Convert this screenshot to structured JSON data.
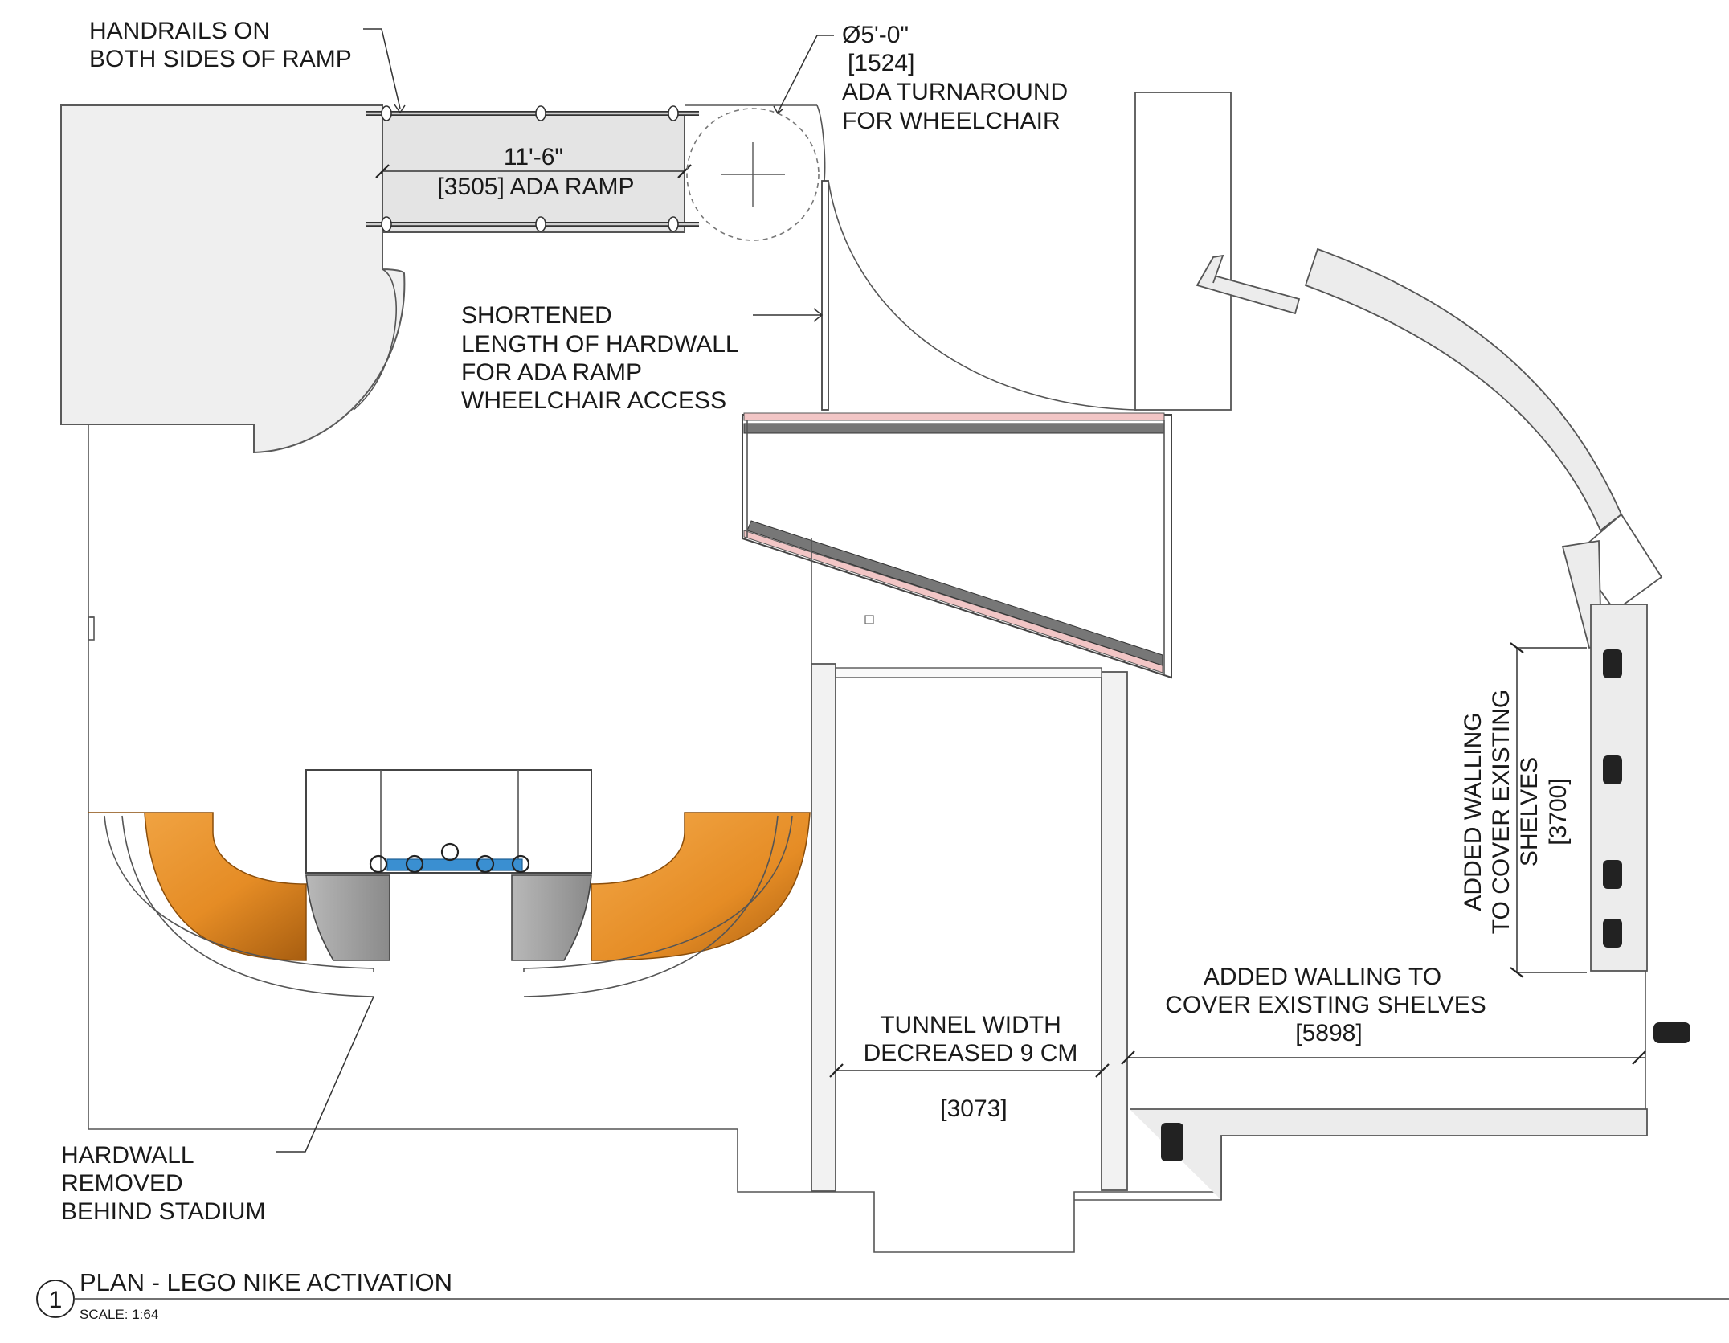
{
  "title": {
    "number": "1",
    "text": "PLAN - LEGO NIKE ACTIVATION",
    "scale": "SCALE: 1:64"
  },
  "notes": {
    "handrails": [
      "HANDRAILS ON",
      "BOTH SIDES OF RAMP"
    ],
    "ramp": [
      "11'-6\"",
      "[3505] ADA RAMP"
    ],
    "turnaround": [
      "Ø5'-0\"",
      "[1524]",
      "ADA TURNAROUND",
      "FOR WHEELCHAIR"
    ],
    "hardwall_shortened": [
      "SHORTENED",
      "LENGTH OF HARDWALL",
      "FOR ADA RAMP",
      "WHEELCHAIR ACCESS"
    ],
    "walling_vertical": [
      "ADDED WALLING",
      "TO COVER EXISTING",
      "SHELVES",
      "[3700]"
    ],
    "walling_horizontal": [
      "ADDED WALLING TO",
      "COVER EXISTING SHELVES",
      "[5898]"
    ],
    "tunnel": [
      "TUNNEL WIDTH",
      "DECREASED 9 CM",
      "[3073]"
    ],
    "hardwall_removed": [
      "HARDWALL",
      "REMOVED",
      "BEHIND STADIUM"
    ]
  },
  "colors": {
    "stadium_orange": "#e8952f",
    "stadium_shadow": "#b86a12",
    "pit_blue": "#3a8fd1",
    "bench_pink": "#f2c6c6",
    "wall_line": "#444444",
    "pit_grey": "#9a9a9a"
  }
}
